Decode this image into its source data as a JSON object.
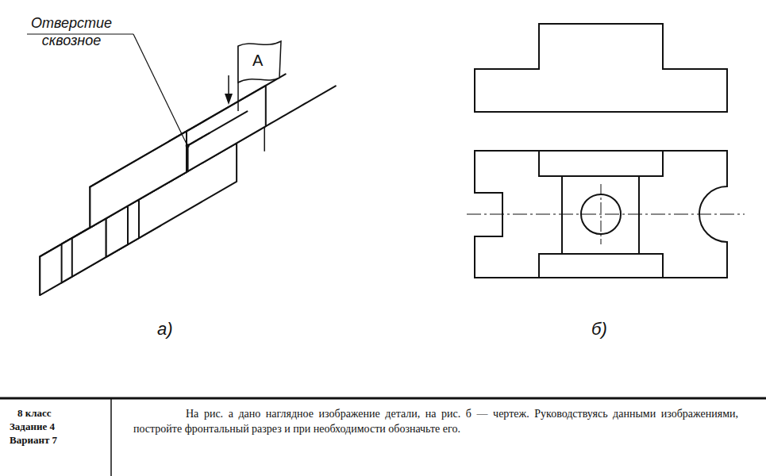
{
  "diagram": {
    "labels": [
      "Отверстие сквозное",
      "А",
      "а)",
      "б)",
      "8 класс",
      "Задание 4",
      "Вариант 7",
      "На рис. а дано наглядное изображение детали, на рис. б — чертеж. Руководствуясь данными изображениями, постройте фронтальный разрез и при необходимости обозначьте его."
    ]
  }
}
